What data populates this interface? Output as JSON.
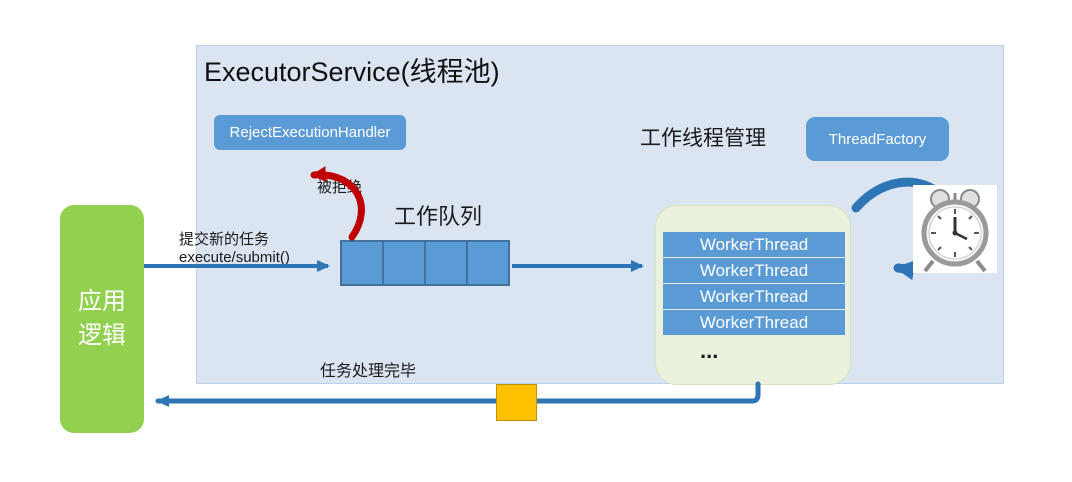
{
  "colors": {
    "panel_bg": "#dbe5f1",
    "box_blue": "#5b9bd5",
    "app_green": "#92d050",
    "worker_panel_bg": "#eaf1dd",
    "arrow_blue": "#2e75b6",
    "reject_red": "#c00000",
    "orange": "#ffc000"
  },
  "diagram": {
    "title": "ExecutorService(线程池)",
    "app_logic_line1": "应用",
    "app_logic_line2": "逻辑",
    "reject_handler_label": "RejectExecutionHandler",
    "rejected_label": "被拒绝",
    "worker_mgmt_label": "工作线程管理",
    "thread_factory_label": "ThreadFactory",
    "queue_label": "工作队列",
    "submit_line1": "提交新的任务",
    "submit_line2": "execute/submit()",
    "workers": [
      "WorkerThread",
      "WorkerThread",
      "WorkerThread",
      "WorkerThread"
    ],
    "workers_more": "...",
    "done_label": "任务处理完毕"
  }
}
